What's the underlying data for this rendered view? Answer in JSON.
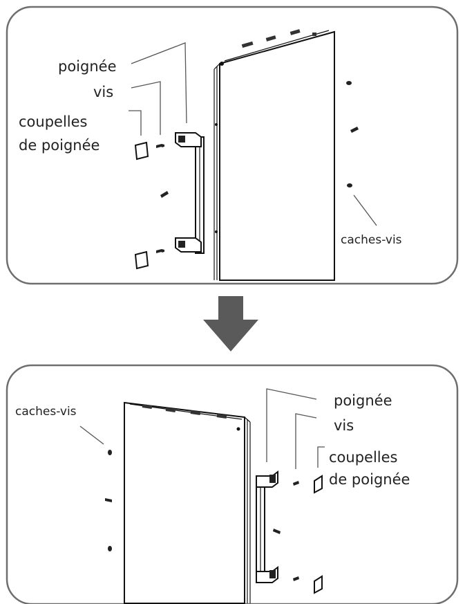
{
  "colors": {
    "panel_border": "#6e6e6e",
    "arrow": "#5a5a5a",
    "line_art": "#111111",
    "label_text": "#222222"
  },
  "top_panel": {
    "label_handle": "poignée",
    "label_screws": "vis",
    "label_cups_line1": "coupelles",
    "label_cups_line2": "de poignée",
    "label_screw_covers": "caches-vis"
  },
  "bottom_panel": {
    "label_handle": "poignée",
    "label_screws": "vis",
    "label_cups_line1": "coupelles",
    "label_cups_line2": "de poignée",
    "label_screw_covers": "caches-vis"
  },
  "arrow_icon": "arrow-down-icon"
}
